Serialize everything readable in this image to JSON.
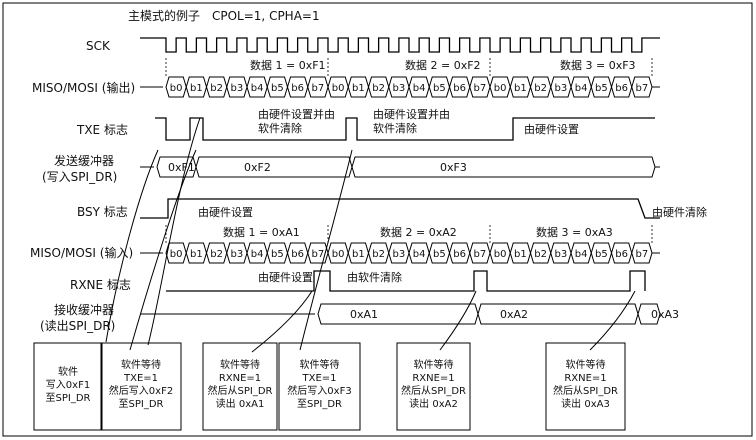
{
  "title": "主模式的例子　CPOL=1, CPHA=1",
  "signals": {
    "sck": "SCK",
    "mosi_out": "MISO/MOSI (输出)",
    "txe": "TXE 标志",
    "tx_buffer_l1": "发送缓冲器",
    "tx_buffer_l2": "(写入SPI_DR)",
    "bsy": "BSY 标志",
    "miso_in": "MISO/MOSI (输入)",
    "rxne": "RXNE 标志",
    "rx_buffer_l1": "接收缓冲器",
    "rx_buffer_l2": "(读出SPI_DR)"
  },
  "bits": [
    "b0",
    "b1",
    "b2",
    "b3",
    "b4",
    "b5",
    "b6",
    "b7"
  ],
  "tx_frames": [
    "数据 1 = 0xF1",
    "数据 2 = 0xF2",
    "数据 3 = 0xF3"
  ],
  "rx_frames": [
    "数据 1 = 0xA1",
    "数据 2 = 0xA2",
    "数据 3 = 0xA3"
  ],
  "tx_buffer_values": [
    "0xF1",
    "0xF2",
    "0xF3"
  ],
  "rx_buffer_values": [
    "0xA1",
    "0xA2",
    "0xA3"
  ],
  "annotations": {
    "txe_hw_sw_1_l1": "由硬件设置并由",
    "txe_hw_sw_1_l2": "软件清除",
    "txe_hw_sw_2_l1": "由硬件设置并由",
    "txe_hw_sw_2_l2": "软件清除",
    "txe_hw_set": "由硬件设置",
    "bsy_hw_set": "由硬件设置",
    "bsy_hw_clear": "由硬件清除",
    "rxne_hw_set": "由硬件设置",
    "rxne_sw_clear": "由软件清除"
  },
  "boxes": [
    [
      "软件",
      "写入0xF1",
      "至SPI_DR"
    ],
    [
      "软件等待",
      "TXE=1",
      "然后写入0xF2",
      "至SPI_DR"
    ],
    [
      "软件等待",
      "RXNE=1",
      "然后从SPI_DR",
      "读出 0xA1"
    ],
    [
      "软件等待",
      "TXE=1",
      "然后写入0xF3",
      "至SPI_DR"
    ],
    [
      "软件等待",
      "RXNE=1",
      "然后从SPI_DR",
      "读出 0xA2"
    ],
    [
      "软件等待",
      "RXNE=1",
      "然后从SPI_DR",
      "读出 0xA3"
    ]
  ]
}
